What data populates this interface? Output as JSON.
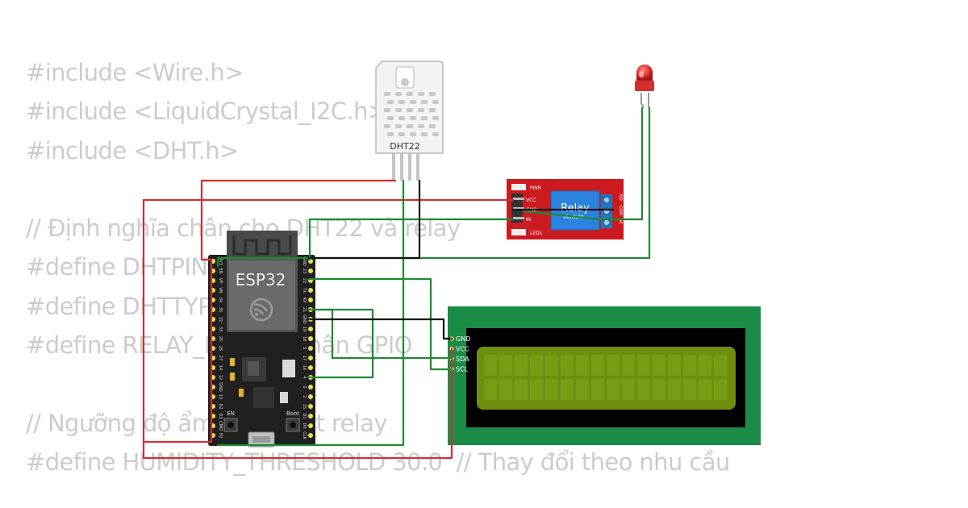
{
  "code_lines": [
    "#include <Wire.h>",
    "#include <LiquidCrystal_I2C.h>",
    "#include <DHT.h>",
    "",
    "// Định nghĩa chân cho DHT22 và relay",
    "#define DHTPIN 4",
    "#define DHTTYPE DHT22",
    "#define RELAY_PIN 5 // Chân GPIO",
    "",
    "// Ngưỡng độ ẩm kích hoạt relay",
    "#define HUMIDITY_THRESHOLD 30.0  // Thay đổi theo nhu cầu"
  ],
  "dht": {
    "label": "DHT22"
  },
  "esp32": {
    "label": "ESP32",
    "left_pins": [
      "3V3",
      "EN",
      "VP",
      "VN",
      "34",
      "35",
      "32",
      "33",
      "25",
      "26",
      "27",
      "14",
      "12",
      "GND",
      "13",
      "D2",
      "D3",
      "CMD",
      "5V"
    ],
    "right_pins": [
      "GND",
      "23",
      "22",
      "TX",
      "RX",
      "21",
      "GND",
      "19",
      "18",
      "5",
      "17",
      "16",
      "4",
      "0",
      "2",
      "15",
      "D1",
      "D0",
      "CLK"
    ],
    "button_en": "EN",
    "button_boot": "Boot"
  },
  "relay": {
    "label": "Relay",
    "sublabel": "Module",
    "pins": [
      "VCC",
      "GND",
      "IN"
    ],
    "pwr_label": "PWR",
    "led_label": "LED1",
    "terminals": [
      "NO",
      "COM",
      "NC"
    ]
  },
  "lcd": {
    "pins": [
      "GND",
      "VCC",
      "SDA",
      "SCL"
    ]
  },
  "colors": {
    "wire_red": "#d32f2f",
    "wire_green": "#1e8a30",
    "wire_black": "#111111",
    "pcb_green": "#1b8b48",
    "relay_red": "#cc1b20",
    "lcd_screen": "#6e8f0d"
  }
}
